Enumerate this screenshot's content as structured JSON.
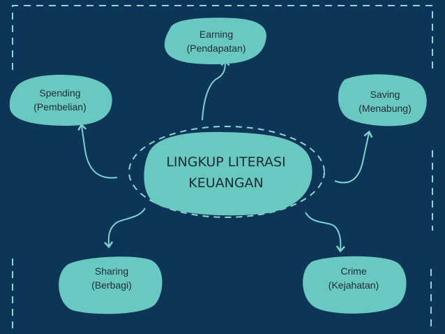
{
  "center": {
    "line1": "LINGKUP LITERASI",
    "line2": "KEUANGAN"
  },
  "nodes": {
    "earning": {
      "line1": "Earning",
      "line2": "(Pendapatan)"
    },
    "spending": {
      "line1": "Spending",
      "line2": "(Pembelian)"
    },
    "saving": {
      "line1": "Saving",
      "line2": "(Menabung)"
    },
    "sharing": {
      "line1": "Sharing",
      "line2": "(Berbagi)"
    },
    "crime": {
      "line1": "Crime",
      "line2": "(Kejahatan)"
    }
  },
  "colors": {
    "background": "#0d3558",
    "node_fill": "#69c9c0",
    "connector": "#7fd3cc",
    "frame": "#8fd8d2"
  }
}
